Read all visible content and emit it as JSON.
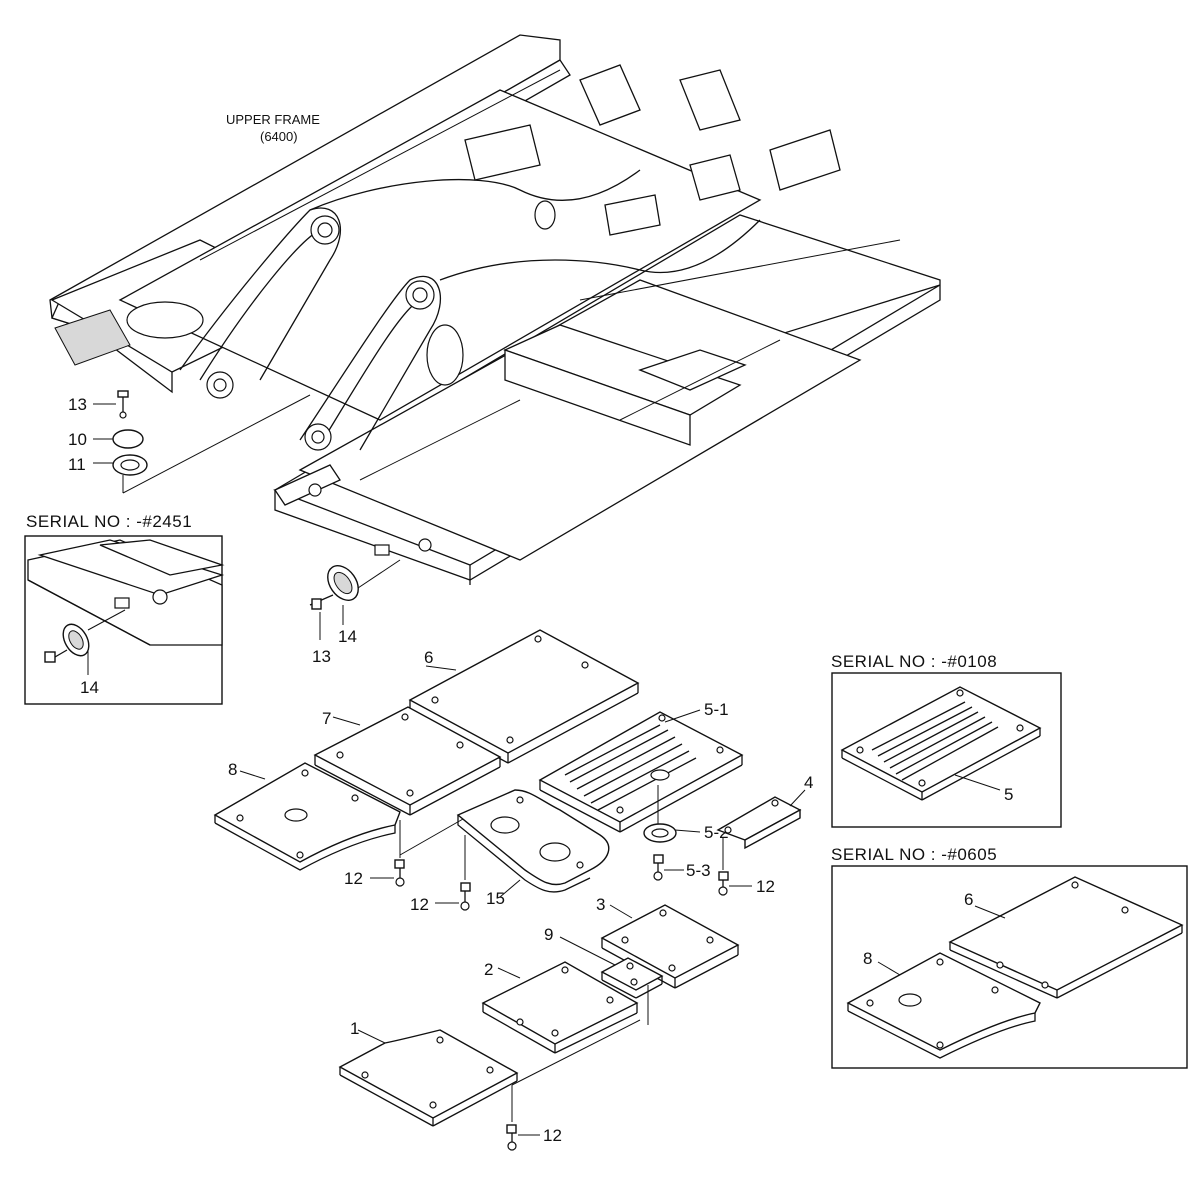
{
  "title": {
    "line1": "UPPER FRAME",
    "line2": "(6400)"
  },
  "serial_boxes": {
    "box_2451": "SERIAL NO : -#2451",
    "box_0108": "SERIAL NO : -#0108",
    "box_0605": "SERIAL NO : -#0605"
  },
  "callouts": {
    "c1": "1",
    "c2": "2",
    "c3": "3",
    "c4": "4",
    "c5_1": "5-1",
    "c5_2": "5-2",
    "c5_3": "5-3",
    "c6": "6",
    "c7": "7",
    "c8": "8",
    "c9": "9",
    "c10": "10",
    "c11": "11",
    "c12a": "12",
    "c12b": "12",
    "c12c": "12",
    "c12d": "12",
    "c13a": "13",
    "c13b": "13",
    "c14a": "14",
    "c14b": "14",
    "c15": "15",
    "box0108_5": "5",
    "box0605_6": "6",
    "box0605_8": "8"
  }
}
